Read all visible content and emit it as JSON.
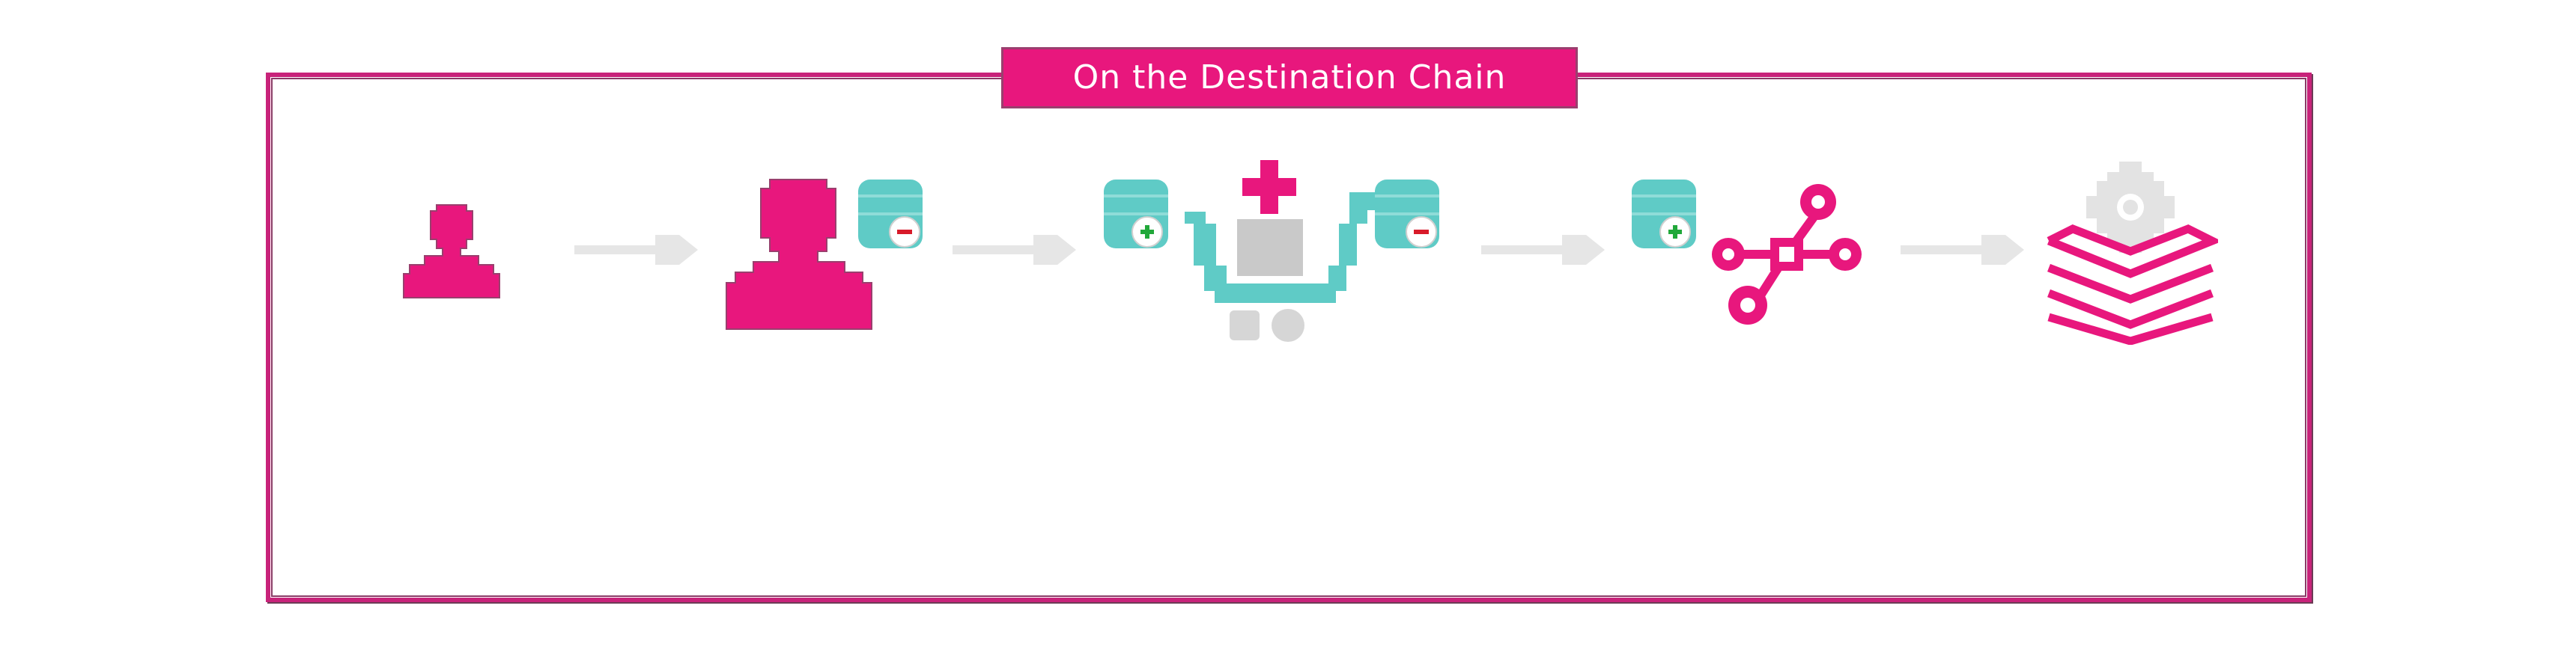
{
  "diagram": {
    "title": "On the Destination Chain",
    "colors": {
      "accent": "#e8177d",
      "frame": "#c8237a",
      "teal": "#5fcbc6",
      "gray": "#c9c9c9",
      "arrow": "#e6e6e6",
      "minus_red": "#d81b2a",
      "plus_green": "#21a83a"
    },
    "nodes": [
      {
        "icon": "user-icon-small"
      },
      {
        "icon": "user-icon-large",
        "badge": "database-minus-icon"
      },
      {
        "icon": "shopping-cart-icon",
        "badges": [
          "database-plus-icon",
          "plus-icon",
          "database-minus-icon"
        ]
      },
      {
        "icon": "network-hub-icon",
        "badge": "database-plus-icon"
      },
      {
        "icon": "layered-stack-icon",
        "top": "gear-icon"
      }
    ]
  }
}
